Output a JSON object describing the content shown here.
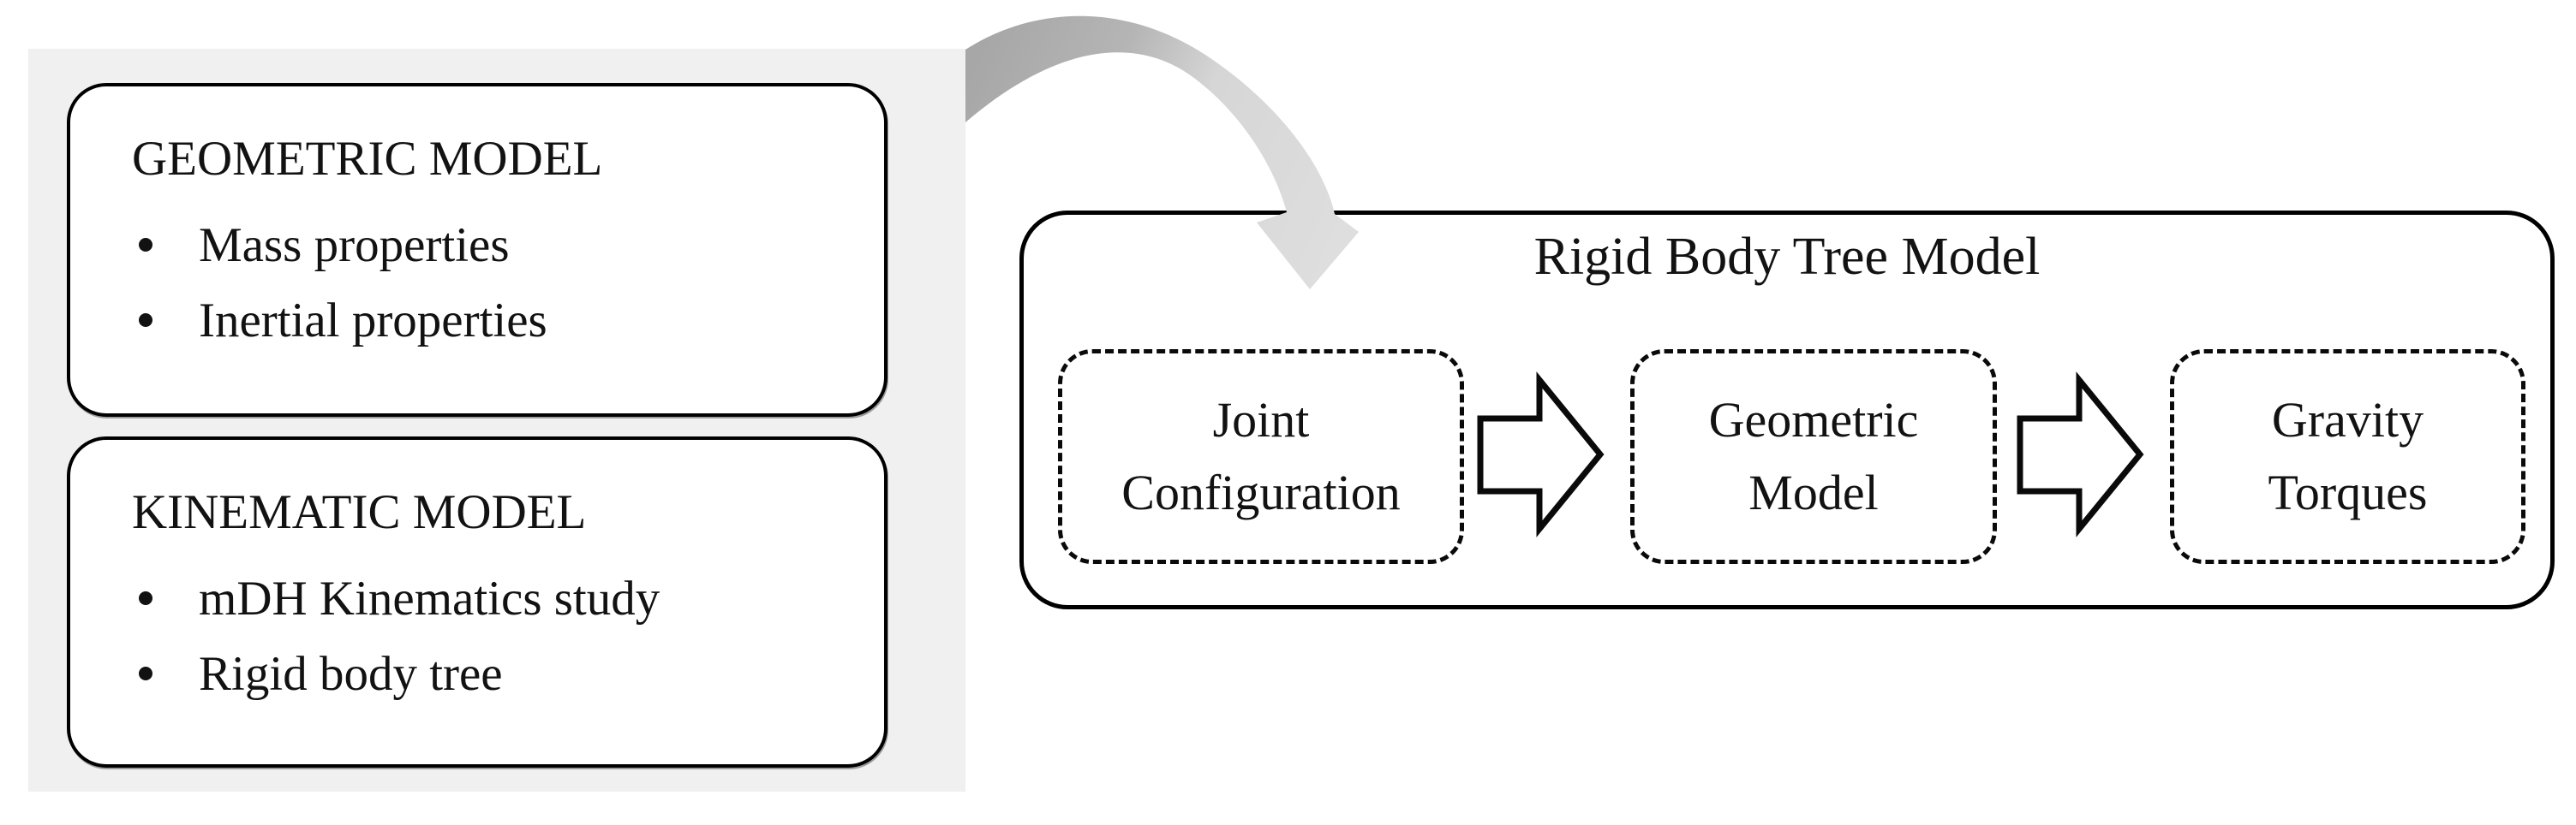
{
  "left_panel": {
    "boxes": [
      {
        "title": "GEOMETRIC MODEL",
        "bullets": [
          "Mass properties",
          "Inertial properties"
        ]
      },
      {
        "title": "KINEMATIC MODEL",
        "bullets": [
          "mDH Kinematics study",
          "Rigid body tree"
        ]
      }
    ]
  },
  "flow_panel": {
    "title": "Rigid Body Tree Model",
    "steps": [
      {
        "label": "Joint\nConfiguration"
      },
      {
        "label": "Geometric\nModel"
      },
      {
        "label": "Gravity\nTorques"
      }
    ]
  },
  "colors": {
    "page_bg": "#ffffff",
    "panel_bg": "#f0f0f0",
    "box_bg": "#ffffff",
    "border": "#000000",
    "text": "#121212",
    "curved_arrow_start": "#a7a7a7",
    "curved_arrow_end": "#dedede"
  }
}
